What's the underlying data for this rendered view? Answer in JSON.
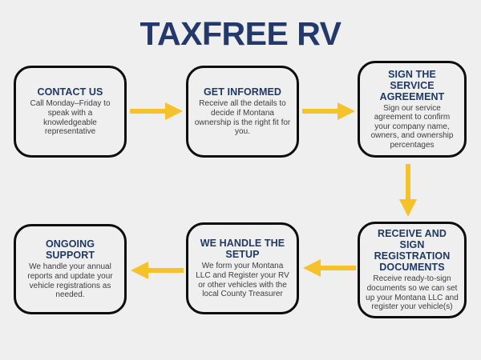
{
  "page": {
    "title": "TAXFREE RV",
    "background_color": "#efefef",
    "title_color": "#23396b",
    "arrow_color": "#f5c22c",
    "box_border_color": "#0d0d0d",
    "heading_color": "#1f3864",
    "body_text_color": "#3d3d3d"
  },
  "steps": [
    {
      "id": "contact-us",
      "title": "CONTACT US",
      "body": "Call Monday–Friday to speak with a knowledgeable representative"
    },
    {
      "id": "get-informed",
      "title": "GET INFORMED",
      "body": "Receive all the details to decide if Montana ownership is the right fit for you."
    },
    {
      "id": "sign-agreement",
      "title": "SIGN THE SERVICE AGREEMENT",
      "body": "Sign our service agreement to confirm your company name, owners, and ownership percentages"
    },
    {
      "id": "receive-sign-docs",
      "title": "RECEIVE AND SIGN REGISTRATION DOCUMENTS",
      "body": "Receive ready-to-sign documents so we can set up your Montana LLC and register your vehicle(s)"
    },
    {
      "id": "we-handle-setup",
      "title": "WE HANDLE THE SETUP",
      "body": "We form your Montana LLC and Register your RV or other vehicles with the local County Treasurer"
    },
    {
      "id": "ongoing-support",
      "title": "ONGOING SUPPORT",
      "body": "We handle your annual reports and update your vehicle registrations as needed."
    }
  ],
  "arrows": [
    {
      "id": "contact-to-informed",
      "direction": "right"
    },
    {
      "id": "informed-to-sign",
      "direction": "right"
    },
    {
      "id": "sign-to-receive",
      "direction": "down"
    },
    {
      "id": "receive-to-setup",
      "direction": "left"
    },
    {
      "id": "setup-to-support",
      "direction": "left"
    }
  ]
}
